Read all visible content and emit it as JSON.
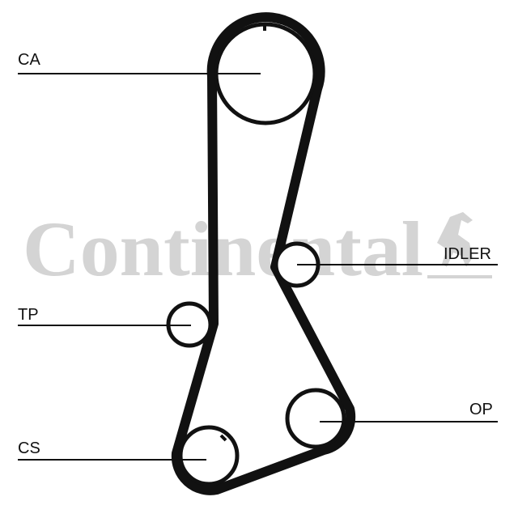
{
  "logo": {
    "text": "Continental",
    "color": "#d4d4d4",
    "icon": "horse-icon"
  },
  "labels": {
    "ca": "CA",
    "idler": "IDLER",
    "tp": "TP",
    "op": "OP",
    "cs": "CS"
  },
  "colors": {
    "belt": "#111111",
    "lines": "#111111"
  }
}
